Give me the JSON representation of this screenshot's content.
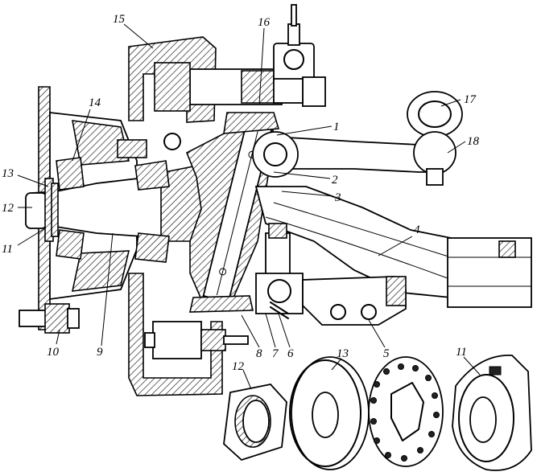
{
  "diagram": {
    "callouts": [
      {
        "id": "c1",
        "text": "1"
      },
      {
        "id": "c2",
        "text": "2"
      },
      {
        "id": "c3",
        "text": "3"
      },
      {
        "id": "c4",
        "text": "4"
      },
      {
        "id": "c5",
        "text": "5"
      },
      {
        "id": "c6",
        "text": "6"
      },
      {
        "id": "c7",
        "text": "7"
      },
      {
        "id": "c8",
        "text": "8"
      },
      {
        "id": "c9",
        "text": "9"
      },
      {
        "id": "c10",
        "text": "10"
      },
      {
        "id": "c11",
        "text": "11"
      },
      {
        "id": "c12",
        "text": "12"
      },
      {
        "id": "c13",
        "text": "13"
      },
      {
        "id": "c14",
        "text": "14"
      },
      {
        "id": "c15",
        "text": "15"
      },
      {
        "id": "c16",
        "text": "16"
      },
      {
        "id": "c17",
        "text": "17"
      },
      {
        "id": "c18",
        "text": "18"
      },
      {
        "id": "c12b",
        "text": "12"
      },
      {
        "id": "c13b",
        "text": "13"
      },
      {
        "id": "c11b",
        "text": "11"
      }
    ]
  }
}
